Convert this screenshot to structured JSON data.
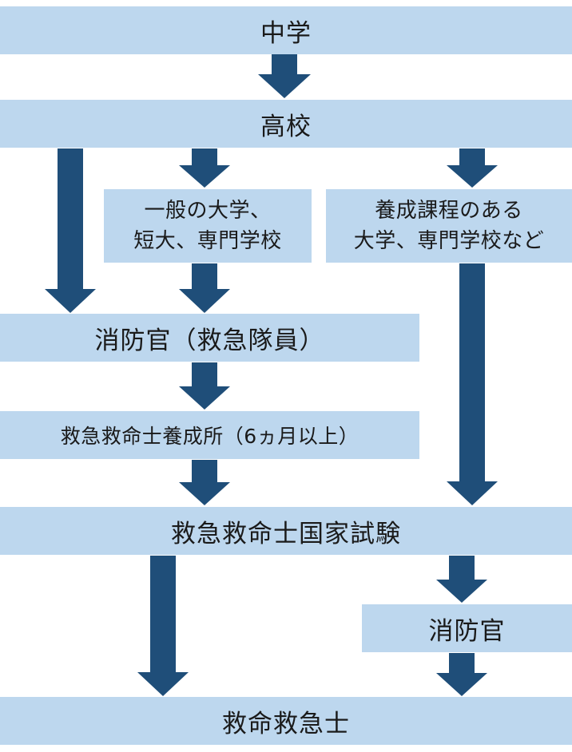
{
  "nodes": {
    "junior_high": "中学",
    "high_school": "高校",
    "general_univ_line1": "一般の大学、",
    "general_univ_line2": "短大、専門学校",
    "training_univ_line1": "養成課程のある",
    "training_univ_line2": "大学、専門学校など",
    "firefighter_rescue": "消防官（救急隊員）",
    "training_institute": "救急救命士養成所（6ヵ月以上）",
    "national_exam": "救急救命士国家試験",
    "firefighter": "消防官",
    "paramedic": "救命救急士"
  },
  "colors": {
    "box_fill": "#bdd7ee",
    "arrow_fill": "#1f4e79"
  }
}
